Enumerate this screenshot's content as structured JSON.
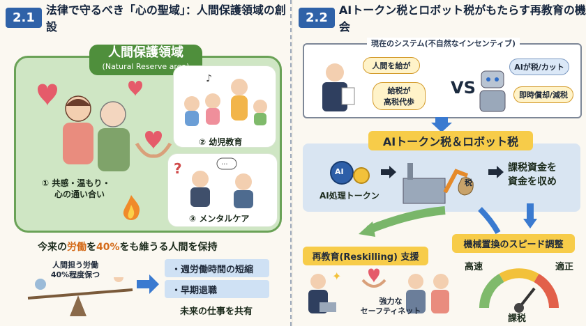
{
  "left": {
    "section_number": "2.1",
    "section_title": "法律で守るべき「心の聖域」：人間保護領域の創設",
    "area_title": "人間保護領域",
    "area_subtitle": "(Natural Reserve area)",
    "item1_line1": "① 共感・温もり・",
    "item1_line2": "心の通い合い",
    "item2": "② 幼児教育",
    "item3": "③ メンタルケア",
    "bottom_text_prefix": "今来の",
    "bottom_text_labor": "労働",
    "bottom_text_mid": "を",
    "bottom_text_percent": "40%",
    "bottom_text_suffix": "をも維うる人間を保持",
    "scale_label_line1": "人間担う労働",
    "scale_label_line2": "40%程度保つ",
    "bullet1": "・週労働時間の短縮",
    "bullet2": "・早期退職",
    "future_text": "未来の仕事を共有"
  },
  "right": {
    "section_number": "2.2",
    "section_title": "AIトークン税とロボット税がもたらす再教育の機会",
    "system_title": "現在のシステム(不自然なインセンティブ)",
    "bubble_human": "人間を給が",
    "bubble_tax": "給税が\n高税代歩",
    "vs": "VS",
    "bubble_ai": "AIが税/カット",
    "bubble_depr": "即時償却/減税",
    "banner": "AIトークン税＆ロボット税",
    "ai_token_label": "AI処理トークン",
    "ai_chip": "AI",
    "tax_bag": "税",
    "funds_line1": "課税資金を",
    "funds_line2": "資金を収め",
    "reskill": "再教育(Reskilling) 支援",
    "safety_line1": "強力な",
    "safety_line2": "セーフティネット",
    "speed": "機械置換のスピード調整",
    "gauge_fast": "高速",
    "gauge_ok": "適正",
    "gauge_tax": "課税"
  }
}
